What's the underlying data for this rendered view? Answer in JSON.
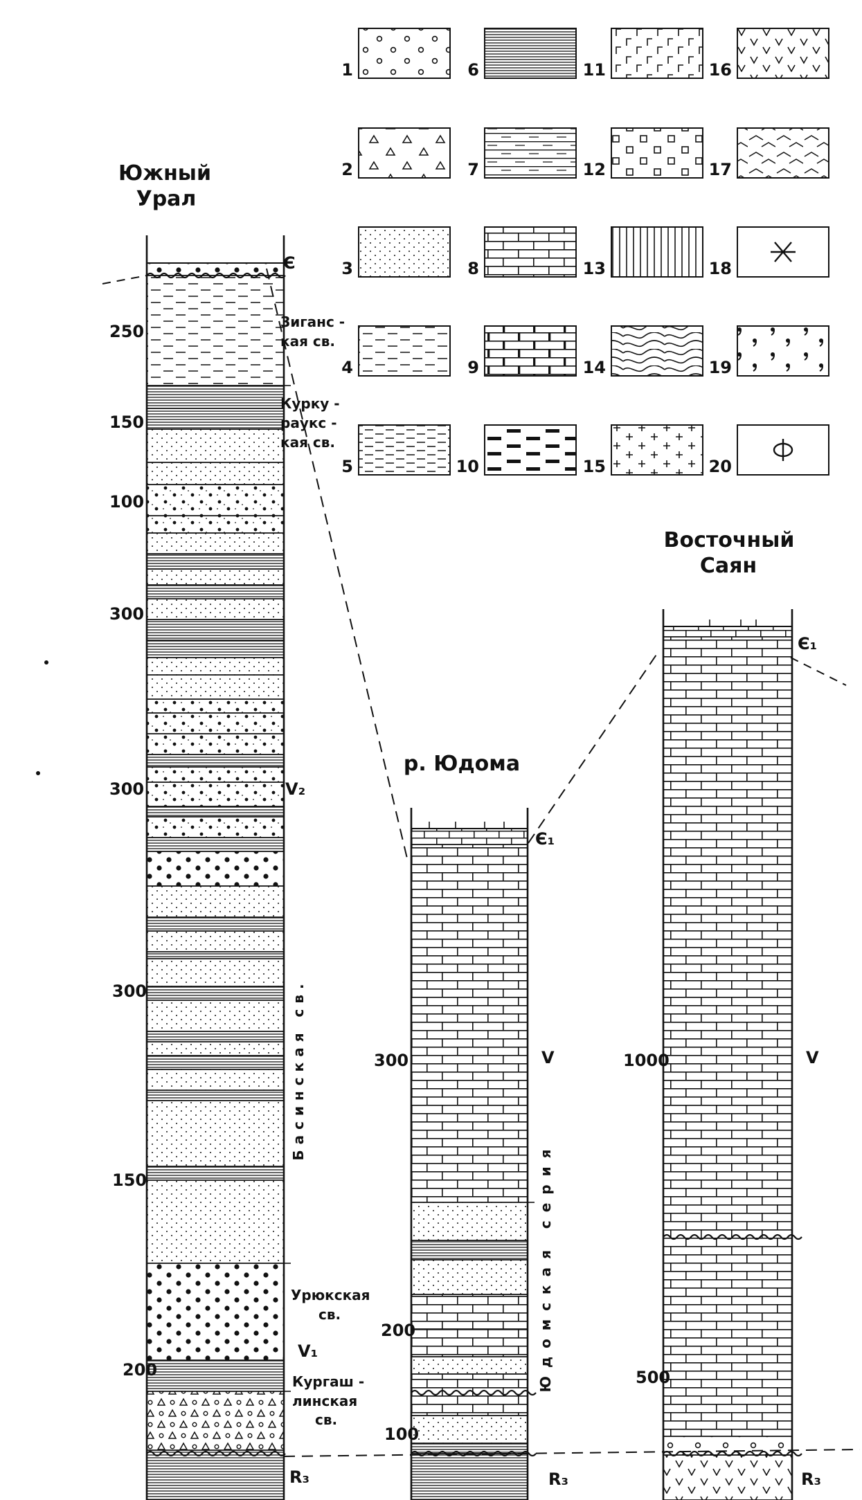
{
  "legend": {
    "items": [
      {
        "n": "1",
        "pattern": "pebbles"
      },
      {
        "n": "2",
        "pattern": "triangles"
      },
      {
        "n": "3",
        "pattern": "dots"
      },
      {
        "n": "4",
        "pattern": "dashes"
      },
      {
        "n": "5",
        "pattern": "dashes-dense"
      },
      {
        "n": "6",
        "pattern": "hlines"
      },
      {
        "n": "7",
        "pattern": "marl"
      },
      {
        "n": "8",
        "pattern": "brick"
      },
      {
        "n": "9",
        "pattern": "dolomite"
      },
      {
        "n": "10",
        "pattern": "dark-lenses"
      },
      {
        "n": "11",
        "pattern": "gamma"
      },
      {
        "n": "12",
        "pattern": "squares"
      },
      {
        "n": "13",
        "pattern": "vlines"
      },
      {
        "n": "14",
        "pattern": "wavy"
      },
      {
        "n": "15",
        "pattern": "plus"
      },
      {
        "n": "16",
        "pattern": "checks"
      },
      {
        "n": "17",
        "pattern": "chevrons"
      },
      {
        "n": "18",
        "pattern": "star-symbol"
      },
      {
        "n": "19",
        "pattern": "commas"
      },
      {
        "n": "20",
        "pattern": "phi-symbol"
      }
    ]
  },
  "columns": {
    "ural": {
      "title": [
        "Южный",
        "Урал"
      ],
      "scale": [
        "250",
        "150",
        "100",
        "300",
        "300",
        "300",
        "150",
        "200"
      ],
      "index_top": "Є",
      "index_v2": "V₂",
      "index_v1": "V₁",
      "index_bottom": "R₃",
      "suites": {
        "zigan": [
          "Зиганс -",
          "кая св."
        ],
        "kurku": [
          "Курку -",
          "раукс -",
          "кая св."
        ],
        "basa": "Басинская св.",
        "uryuk": [
          "Урюкская",
          "св."
        ],
        "kurgash": [
          "Кургаш -",
          "линская",
          "св."
        ]
      }
    },
    "yudoma": {
      "title": "р. Юдома",
      "scale": [
        "300",
        "200",
        "100"
      ],
      "index_top": "Є₁",
      "index_v": "V",
      "index_bottom": "R₃",
      "series": "Юдомская серия"
    },
    "sayan": {
      "title": [
        "Восточный",
        "Саян"
      ],
      "scale": [
        "1000",
        "500"
      ],
      "index_top": "Є₁",
      "index_v": "V",
      "index_bottom": "R₃"
    }
  }
}
